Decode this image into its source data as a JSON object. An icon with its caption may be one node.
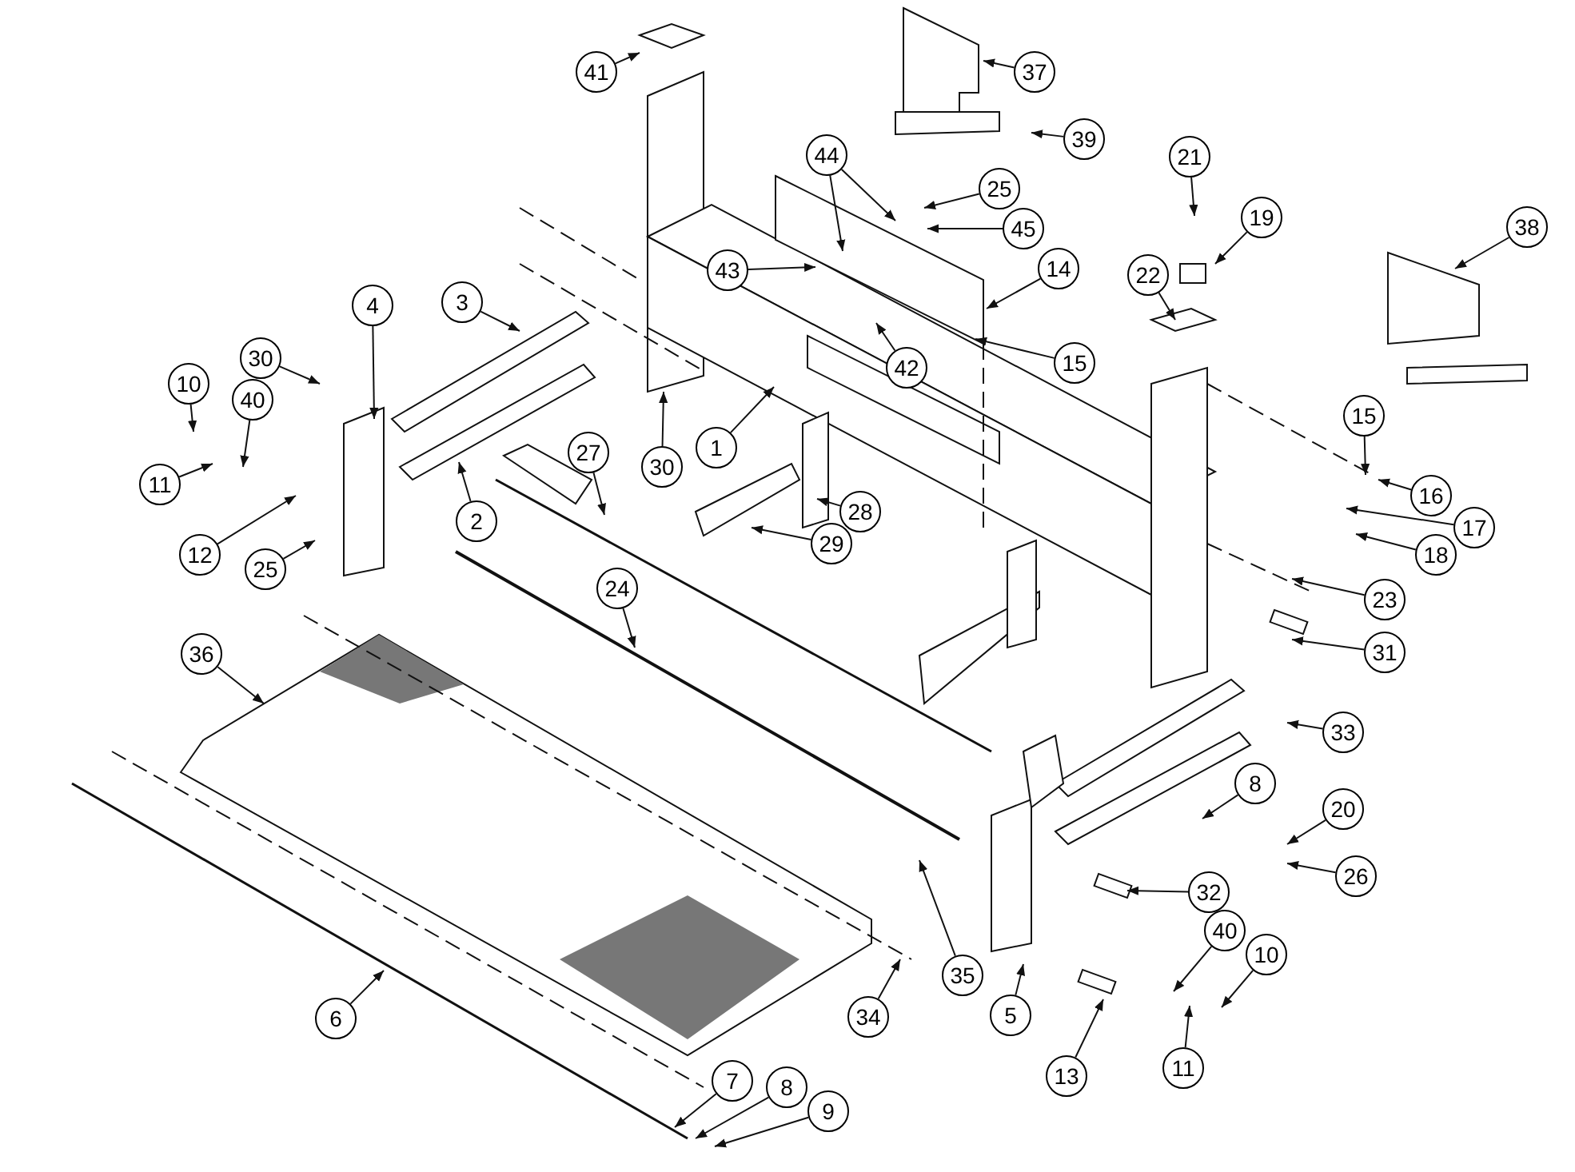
{
  "diagram": {
    "nodes": [
      {
        "text": [
          "41"
        ]
      },
      {
        "text": [
          "37"
        ]
      },
      {
        "text": [
          "39"
        ]
      },
      {
        "text": [
          "44"
        ]
      },
      {
        "text": [
          "21"
        ]
      },
      {
        "text": [
          "25"
        ]
      },
      {
        "text": [
          "19"
        ]
      },
      {
        "text": [
          "38"
        ]
      },
      {
        "text": [
          "45"
        ]
      },
      {
        "text": [
          "22"
        ]
      },
      {
        "text": [
          "14"
        ]
      },
      {
        "text": [
          "43"
        ]
      },
      {
        "text": [
          "3"
        ]
      },
      {
        "text": [
          "4"
        ]
      },
      {
        "text": [
          "30"
        ]
      },
      {
        "text": [
          "15"
        ]
      },
      {
        "text": [
          "42"
        ]
      },
      {
        "text": [
          "10"
        ]
      },
      {
        "text": [
          "40"
        ]
      },
      {
        "text": [
          "15"
        ]
      },
      {
        "text": [
          "1"
        ]
      },
      {
        "text": [
          "27"
        ]
      },
      {
        "text": [
          "11"
        ]
      },
      {
        "text": [
          "30"
        ]
      },
      {
        "text": [
          "16"
        ]
      },
      {
        "text": [
          "28"
        ]
      },
      {
        "text": [
          "2"
        ]
      },
      {
        "text": [
          "17"
        ]
      },
      {
        "text": [
          "29"
        ]
      },
      {
        "text": [
          "12"
        ]
      },
      {
        "text": [
          "18"
        ]
      },
      {
        "text": [
          "25"
        ]
      },
      {
        "text": [
          "23"
        ]
      },
      {
        "text": [
          "24"
        ]
      },
      {
        "text": [
          "31"
        ]
      },
      {
        "text": [
          "36"
        ]
      },
      {
        "text": [
          "33"
        ]
      },
      {
        "text": [
          "8"
        ]
      },
      {
        "text": [
          "20"
        ]
      },
      {
        "text": [
          "26"
        ]
      },
      {
        "text": [
          "32"
        ]
      },
      {
        "text": [
          "40"
        ]
      },
      {
        "text": [
          "10"
        ]
      },
      {
        "text": [
          "35"
        ]
      },
      {
        "text": [
          "5"
        ]
      },
      {
        "text": [
          "34"
        ]
      },
      {
        "text": [
          "6"
        ]
      },
      {
        "text": [
          "11"
        ]
      },
      {
        "text": [
          "13"
        ]
      },
      {
        "text": [
          "7"
        ]
      },
      {
        "text": [
          "8"
        ]
      },
      {
        "text": [
          "9"
        ]
      }
    ],
    "edges": [
      {
        "from": 0,
        "to": null,
        "arrow": "to"
      },
      {
        "from": 1,
        "to": null,
        "arrow": "to"
      },
      {
        "from": 2,
        "to": null,
        "arrow": "to"
      },
      {
        "from": 3,
        "to": null,
        "arrow": "to"
      },
      {
        "from": 3,
        "to": null,
        "arrow": "to"
      },
      {
        "from": 4,
        "to": null,
        "arrow": "to"
      },
      {
        "from": 5,
        "to": null,
        "arrow": "to"
      },
      {
        "from": 6,
        "to": null,
        "arrow": "to"
      },
      {
        "from": 7,
        "to": null,
        "arrow": "to"
      },
      {
        "from": 8,
        "to": null,
        "arrow": "to"
      },
      {
        "from": 9,
        "to": null,
        "arrow": "to"
      },
      {
        "from": 10,
        "to": null,
        "arrow": "to"
      },
      {
        "from": 11,
        "to": null,
        "arrow": "to"
      },
      {
        "from": 12,
        "to": null,
        "arrow": "to"
      },
      {
        "from": 13,
        "to": null,
        "arrow": "to"
      },
      {
        "from": 14,
        "to": null,
        "arrow": "to"
      },
      {
        "from": 15,
        "to": null,
        "arrow": "to"
      },
      {
        "from": 16,
        "to": null,
        "arrow": "to"
      },
      {
        "from": 17,
        "to": null,
        "arrow": "to"
      },
      {
        "from": 18,
        "to": null,
        "arrow": "to"
      },
      {
        "from": 19,
        "to": null,
        "arrow": "to"
      },
      {
        "from": 20,
        "to": null,
        "arrow": "to"
      },
      {
        "from": 21,
        "to": null,
        "arrow": "to"
      },
      {
        "from": 22,
        "to": null,
        "arrow": "to"
      },
      {
        "from": 23,
        "to": null,
        "arrow": "to"
      },
      {
        "from": 24,
        "to": null,
        "arrow": "to"
      },
      {
        "from": 25,
        "to": null,
        "arrow": "to"
      },
      {
        "from": 26,
        "to": null,
        "arrow": "to"
      },
      {
        "from": 27,
        "to": null,
        "arrow": "to"
      },
      {
        "from": 28,
        "to": null,
        "arrow": "to"
      },
      {
        "from": 29,
        "to": null,
        "arrow": "to"
      },
      {
        "from": 30,
        "to": null,
        "arrow": "to"
      },
      {
        "from": 31,
        "to": null,
        "arrow": "to"
      },
      {
        "from": 32,
        "to": null,
        "arrow": "to"
      },
      {
        "from": 33,
        "to": null,
        "arrow": "to"
      },
      {
        "from": 34,
        "to": null,
        "arrow": "to"
      },
      {
        "from": 35,
        "to": null,
        "arrow": "to"
      },
      {
        "from": 36,
        "to": null,
        "arrow": "to"
      },
      {
        "from": 37,
        "to": null,
        "arrow": "to"
      },
      {
        "from": 38,
        "to": null,
        "arrow": "to"
      },
      {
        "from": 39,
        "to": null,
        "arrow": "to"
      },
      {
        "from": 40,
        "to": null,
        "arrow": "to"
      },
      {
        "from": 41,
        "to": null,
        "arrow": "to"
      },
      {
        "from": 42,
        "to": null,
        "arrow": "to"
      },
      {
        "from": 43,
        "to": null,
        "arrow": "to"
      },
      {
        "from": 44,
        "to": null,
        "arrow": "to"
      },
      {
        "from": 45,
        "to": null,
        "arrow": "to"
      },
      {
        "from": 46,
        "to": null,
        "arrow": "to"
      },
      {
        "from": 47,
        "to": null,
        "arrow": "to"
      },
      {
        "from": 48,
        "to": null,
        "arrow": "to"
      },
      {
        "from": 49,
        "to": null,
        "arrow": "to"
      },
      {
        "from": 50,
        "to": null,
        "arrow": "to"
      },
      {
        "from": 51,
        "to": null,
        "arrow": "to"
      }
    ]
  }
}
